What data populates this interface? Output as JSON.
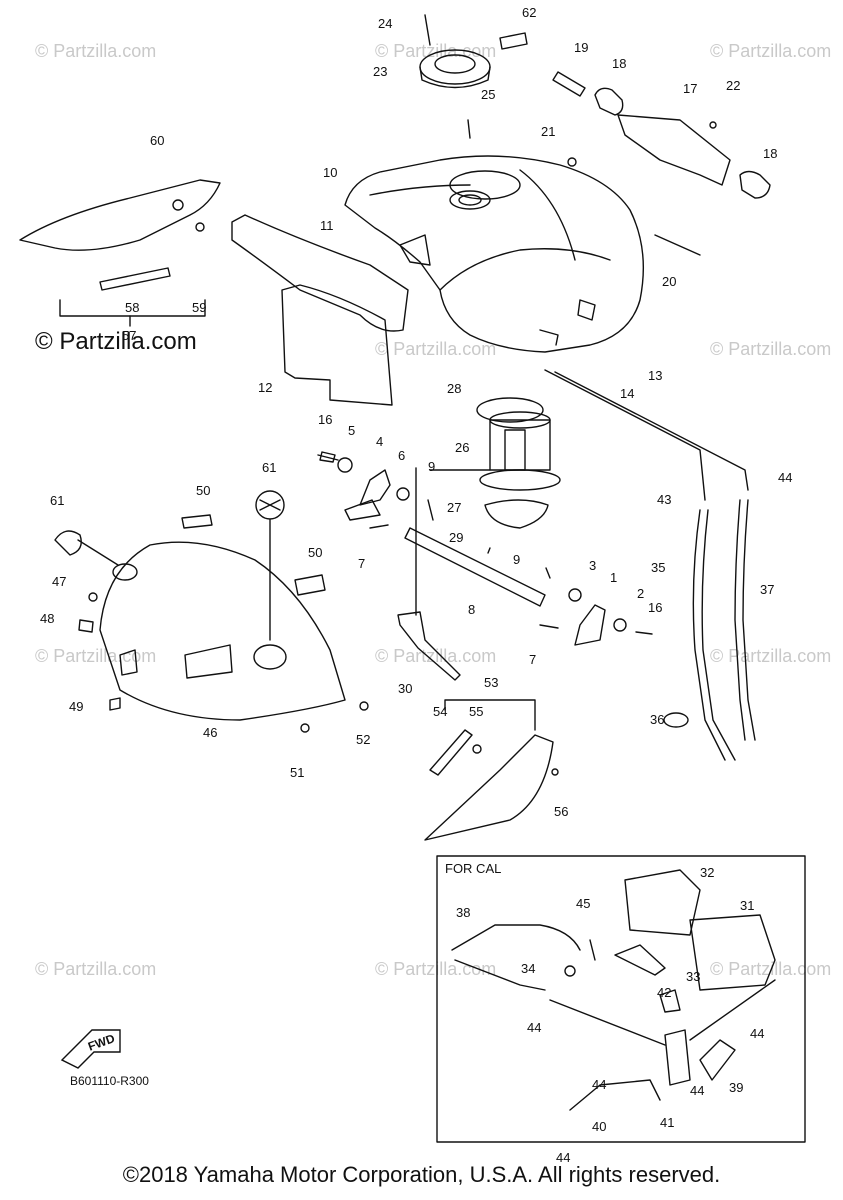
{
  "watermark": {
    "text": "© Partzilla.com",
    "main_text": "© Partzilla.com"
  },
  "diagram": {
    "callouts": [
      "1",
      "2",
      "3",
      "4",
      "5",
      "6",
      "7",
      "8",
      "9",
      "10",
      "11",
      "12",
      "13",
      "14",
      "16",
      "17",
      "18",
      "19",
      "20",
      "21",
      "22",
      "23",
      "24",
      "25",
      "26",
      "27",
      "28",
      "29",
      "30",
      "31",
      "32",
      "33",
      "34",
      "35",
      "36",
      "37",
      "38",
      "39",
      "40",
      "41",
      "42",
      "43",
      "44",
      "45",
      "46",
      "47",
      "48",
      "49",
      "50",
      "51",
      "52",
      "53",
      "54",
      "55",
      "56",
      "57",
      "58",
      "59",
      "60",
      "61",
      "62"
    ],
    "for_cal_label": "FOR CAL",
    "fwd_label": "FWD",
    "drawing_code": "B601110-R300"
  },
  "footer": {
    "copyright": "©2018 Yamaha Motor Corporation, U.S.A. All rights reserved."
  }
}
